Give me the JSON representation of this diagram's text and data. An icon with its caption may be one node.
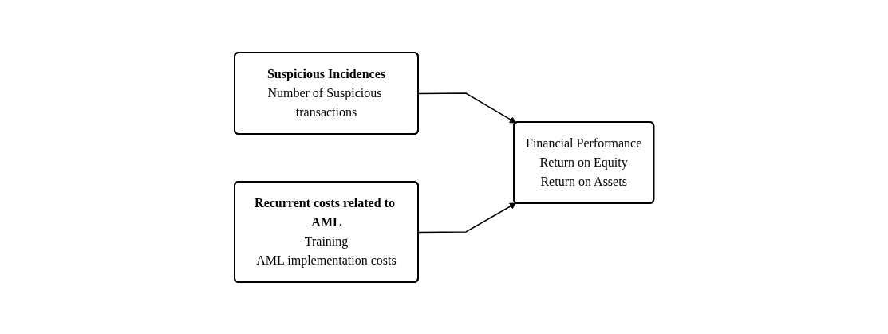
{
  "diagram": {
    "nodes": [
      {
        "text": [
          "Suspicious Incidences",
          "Number of Suspicious transactions"
        ]
      },
      {
        "text": [
          "Recurrent costs related to AML",
          "Training",
          "AML implementation costs"
        ]
      },
      {
        "text": [
          "Financial Performance",
          "Return on Equity",
          "Return on Assets"
        ]
      }
    ],
    "edges": [
      {
        "from": 0,
        "to": 2,
        "arrow": "to"
      },
      {
        "from": 1,
        "to": 2,
        "arrow": "to"
      }
    ]
  }
}
